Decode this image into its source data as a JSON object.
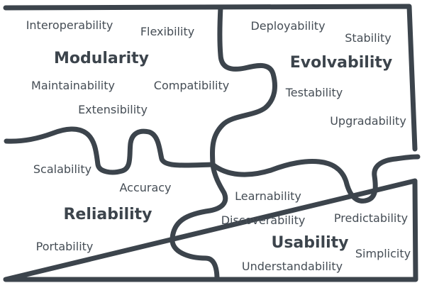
{
  "colors": {
    "outline": "#3c444c",
    "attribute_text": "#454d55",
    "heading_text": "#3c444c",
    "background": "#ffffff"
  },
  "pieces": {
    "modularity": {
      "heading": "Modularity",
      "interoperability": "Interoperability",
      "flexibility": "Flexibility",
      "maintainability": "Maintainability",
      "compatibility": "Compatibility",
      "extensibility": "Extensibility"
    },
    "evolvability": {
      "heading": "Evolvability",
      "deployability": "Deployability",
      "stability": "Stability",
      "testability": "Testability",
      "upgradability": "Upgradability"
    },
    "reliability": {
      "heading": "Reliability",
      "scalability": "Scalability",
      "accuracy": "Accuracy",
      "portability": "Portability"
    },
    "usability": {
      "heading": "Usability",
      "learnability": "Learnability",
      "discoverability": "Discoverability",
      "predictability": "Predictability",
      "simplicity": "Simplicity",
      "understandability": "Understandability"
    }
  }
}
